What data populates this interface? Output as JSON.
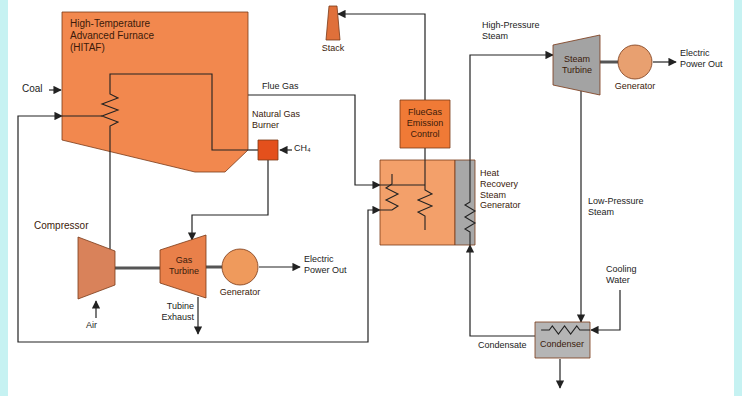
{
  "diagram": {
    "nodes": [
      {
        "text": [
          "High-Temperature Advanced Furnace (HITAF)"
        ]
      },
      {
        "text": [
          "Natural Gas Burner"
        ]
      },
      {
        "text": [
          "Compressor"
        ]
      },
      {
        "text": [
          "Gas Turbine"
        ]
      },
      {
        "text": [
          "Generator"
        ]
      },
      {
        "text": [
          "Stack"
        ]
      },
      {
        "text": [
          "FlueGas Emission Control"
        ]
      },
      {
        "text": [
          "Heat Recovery Steam Generator"
        ]
      },
      {
        "text": [
          "Steam Turbine"
        ]
      },
      {
        "text": [
          "Generator"
        ]
      },
      {
        "text": [
          "Condenser"
        ]
      }
    ],
    "edges": [
      {
        "from": 2,
        "to": 0,
        "arrow": "none"
      },
      {
        "from": 0,
        "to": 1,
        "arrow": "none"
      },
      {
        "from": 1,
        "to": 3,
        "arrow": "to"
      },
      {
        "from": 2,
        "to": 3,
        "arrow": "none"
      },
      {
        "from": 3,
        "to": 4,
        "arrow": "none"
      },
      {
        "from": 0,
        "to": 7,
        "label": "Flue Gas",
        "arrow": "to"
      },
      {
        "from": 7,
        "to": 6,
        "arrow": "none"
      },
      {
        "from": 6,
        "to": 5,
        "arrow": "to"
      },
      {
        "from": 7,
        "to": 0,
        "arrow": "both"
      },
      {
        "from": 7,
        "to": 8,
        "label": "High-Pressure Steam",
        "arrow": "to"
      },
      {
        "from": 8,
        "to": 9,
        "arrow": "none"
      },
      {
        "from": 8,
        "to": 10,
        "label": "Low-Pressure Steam",
        "arrow": "to"
      },
      {
        "from": 10,
        "to": 7,
        "label": "Condensate",
        "arrow": "to"
      }
    ],
    "labels": [
      "Coal",
      "CH₄",
      "Air",
      "Tubine Exhaust",
      "Electric Power Out",
      "Electric Power Out",
      "Cooling Water"
    ]
  }
}
